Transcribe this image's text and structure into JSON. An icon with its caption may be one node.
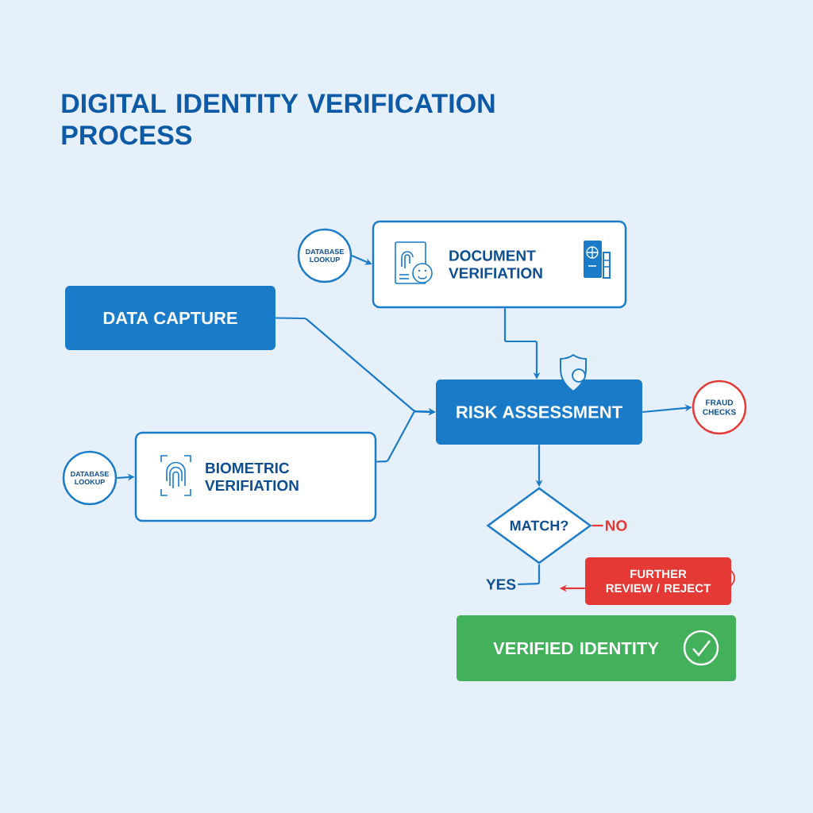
{
  "diagram": {
    "title": "DIGITAL IDENTITY VERIFICATION PROCESS",
    "nodes": [
      {
        "text": [
          "DATABASE LOOKUP"
        ]
      },
      {
        "text": [
          "DOCUMENT VERIFIATION"
        ]
      },
      {
        "text": [
          "DATA CAPTURE"
        ]
      },
      {
        "text": [
          "RISK ASSESSMENT"
        ]
      },
      {
        "text": [
          "FRAUD CHECKS"
        ]
      },
      {
        "text": [
          "DATABASE LOOKUP"
        ]
      },
      {
        "text": [
          "BIOMETRIC VERIFIATION"
        ]
      },
      {
        "text": [
          "MATCH?"
        ]
      },
      {
        "text": [
          "NO"
        ]
      },
      {
        "text": [
          "YES"
        ]
      },
      {
        "text": [
          "FURTHER REVIEW / REJECT"
        ]
      },
      {
        "text": [
          "VERIFIED IDENTITY"
        ]
      }
    ],
    "edges": [
      {
        "from": 0,
        "to": 1,
        "arrow": "to"
      },
      {
        "from": 1,
        "to": 3,
        "arrow": "to"
      },
      {
        "from": 2,
        "to": 3,
        "arrow": "to"
      },
      {
        "from": 6,
        "to": 3,
        "arrow": "to"
      },
      {
        "from": 3,
        "to": 4,
        "arrow": "to"
      },
      {
        "from": 5,
        "to": 6,
        "arrow": "to"
      },
      {
        "from": 3,
        "to": 7,
        "arrow": "to"
      },
      {
        "from": 7,
        "to": 8,
        "arrow": "none",
        "color": "#e53935"
      },
      {
        "from": 7,
        "to": 9,
        "arrow": "none"
      },
      {
        "from": 10,
        "to": null,
        "arrow": "to",
        "color": "#e53935"
      }
    ]
  }
}
